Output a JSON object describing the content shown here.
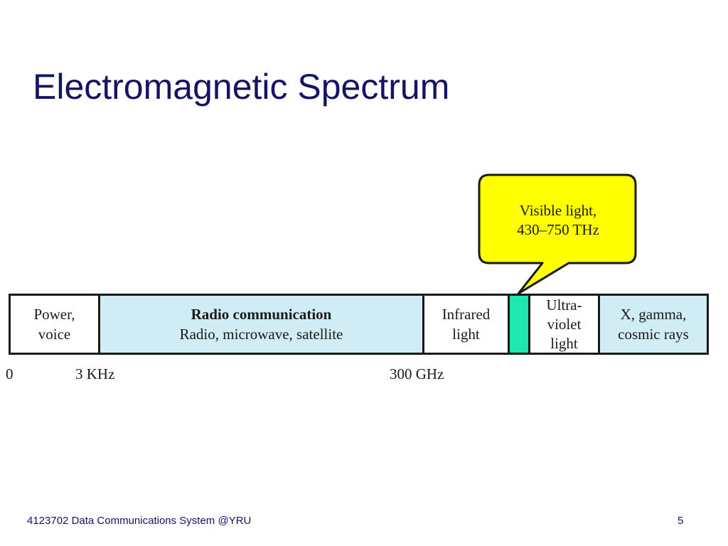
{
  "slide": {
    "title": "Electromagnetic Spectrum",
    "footer_text": "4123702 Data Communications System @YRU",
    "page_number": "5"
  },
  "callout": {
    "line1": "Visible light,",
    "line2": "430–750 THz",
    "fill_color": "#ffff00"
  },
  "bands": {
    "power": {
      "line1": "Power,",
      "line2": "voice"
    },
    "radio": {
      "title": "Radio communication",
      "subtitle": "Radio, microwave, satellite",
      "color": "#d0ecf4"
    },
    "infrared": {
      "line1": "Infrared",
      "line2": "light"
    },
    "visible": {
      "color": "#1ee8b0"
    },
    "ultraviolet": {
      "line1": "Ultra-",
      "line2": "violet",
      "line3": "light"
    },
    "xray": {
      "line1": "X, gamma,",
      "line2": "cosmic rays"
    }
  },
  "axis": {
    "labels": [
      "0",
      "3 KHz",
      "300 GHz"
    ]
  }
}
